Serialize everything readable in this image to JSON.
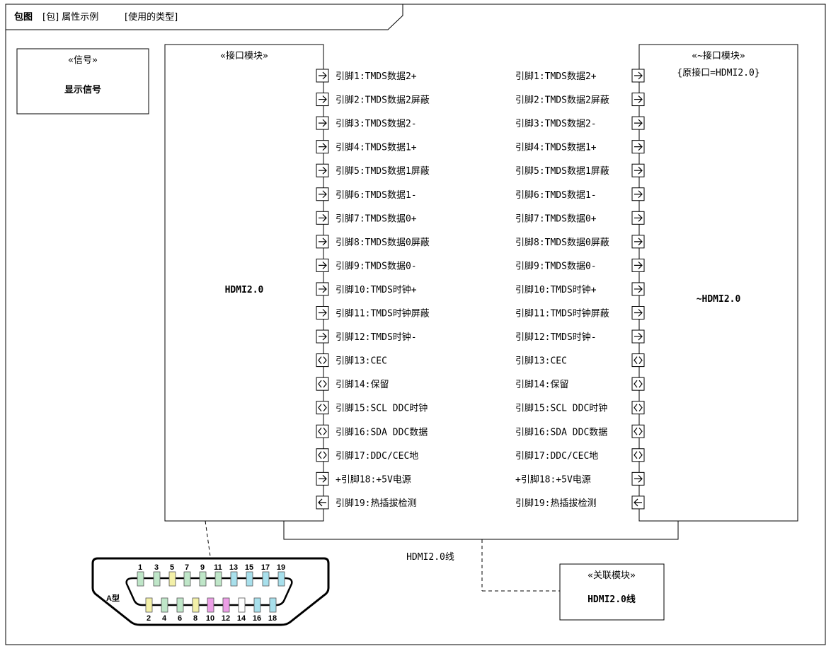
{
  "frame": {
    "kind": "包图",
    "package": "[包] 属性示例",
    "diagram": "[使用的类型]"
  },
  "signal_block": {
    "stereotype": "«信号»",
    "name": "显示信号"
  },
  "left_block": {
    "stereotype": "«接口模块»",
    "name": "HDMI2.0"
  },
  "right_block": {
    "stereotype": "«~接口模块»",
    "constraint": "{原接口=HDMI2.0}",
    "name": "~HDMI2.0"
  },
  "assoc_block": {
    "stereotype": "«关联模块»",
    "name": "HDMI2.0线"
  },
  "assoc_label": "HDMI2.0线",
  "pins": [
    {
      "label": "引脚1:TMDS数据2+",
      "dir": "out"
    },
    {
      "label": "引脚2:TMDS数据2屏蔽",
      "dir": "out"
    },
    {
      "label": "引脚3:TMDS数据2-",
      "dir": "out"
    },
    {
      "label": "引脚4:TMDS数据1+",
      "dir": "out"
    },
    {
      "label": "引脚5:TMDS数据1屏蔽",
      "dir": "out"
    },
    {
      "label": "引脚6:TMDS数据1-",
      "dir": "out"
    },
    {
      "label": "引脚7:TMDS数据0+",
      "dir": "out"
    },
    {
      "label": "引脚8:TMDS数据0屏蔽",
      "dir": "out"
    },
    {
      "label": "引脚9:TMDS数据0-",
      "dir": "out"
    },
    {
      "label": "引脚10:TMDS时钟+",
      "dir": "out"
    },
    {
      "label": "引脚11:TMDS时钟屏蔽",
      "dir": "out"
    },
    {
      "label": "引脚12:TMDS时钟-",
      "dir": "out"
    },
    {
      "label": "引脚13:CEC",
      "dir": "inout"
    },
    {
      "label": "引脚14:保留",
      "dir": "inout"
    },
    {
      "label": "引脚15:SCL DDC时钟",
      "dir": "inout"
    },
    {
      "label": "引脚16:SDA DDC数据",
      "dir": "inout"
    },
    {
      "label": "引脚17:DDC/CEC地",
      "dir": "inout"
    },
    {
      "label": "+引脚18:+5V电源",
      "dir": "out"
    },
    {
      "label": "引脚19:热插拔检测",
      "dir": "in"
    }
  ],
  "connector": {
    "type_label": "A型",
    "top_numbers": [
      "1",
      "3",
      "5",
      "7",
      "9",
      "11",
      "13",
      "15",
      "17",
      "19"
    ],
    "bottom_numbers": [
      "2",
      "4",
      "6",
      "8",
      "10",
      "12",
      "14",
      "16",
      "18"
    ],
    "top_colors": [
      "#bfe6c8",
      "#bfe6c8",
      "#f3f0a8",
      "#bfe6c8",
      "#bfe6c8",
      "#bfe6c8",
      "#a8e0ec",
      "#a8e0ec",
      "#a8e0ec",
      "#a8e0ec"
    ],
    "bottom_colors": [
      "#f3f0a8",
      "#bfe6c8",
      "#bfe6c8",
      "#f3f0a8",
      "#ec9ee6",
      "#ec9ee6",
      "#ffffff",
      "#a8e0ec",
      "#a8e0ec"
    ]
  }
}
